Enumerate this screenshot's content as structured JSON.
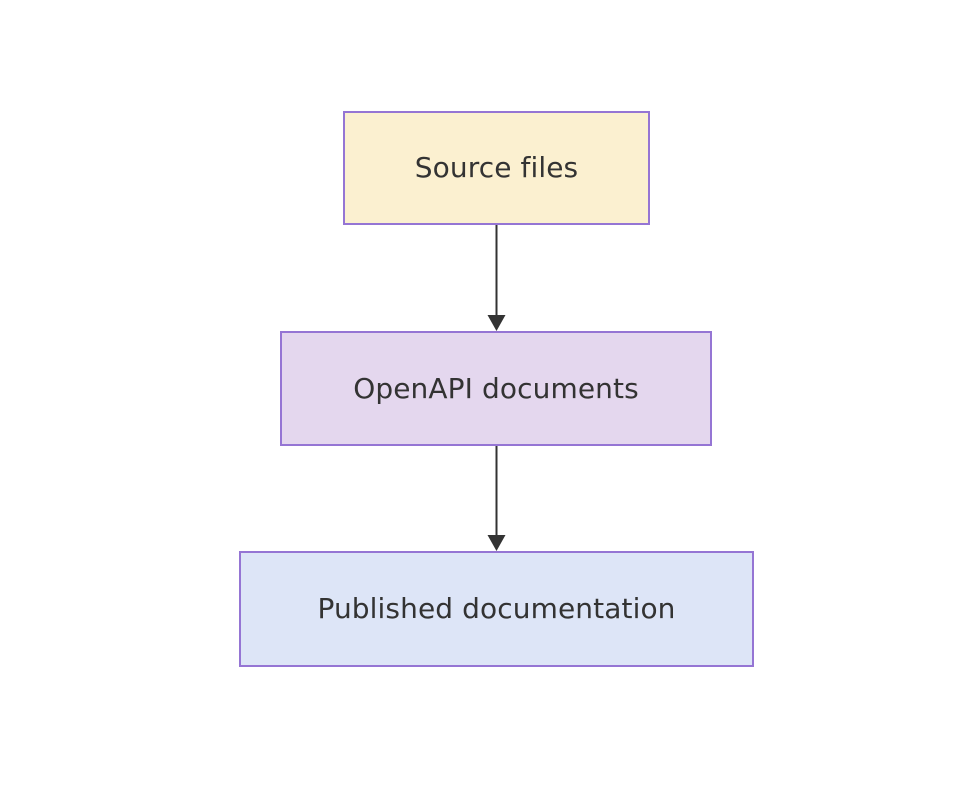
{
  "diagram": {
    "type": "flowchart",
    "direction": "top-to-bottom",
    "background_color": "#ffffff",
    "nodes": [
      {
        "id": "source-files",
        "label": "Source files",
        "fill_color": "#fbf0d0",
        "border_color": "#9575d4",
        "text_color": "#333333"
      },
      {
        "id": "openapi-documents",
        "label": "OpenAPI documents",
        "fill_color": "#e4d7ee",
        "border_color": "#9575d4",
        "text_color": "#333333"
      },
      {
        "id": "published-documentation",
        "label": "Published documentation",
        "fill_color": "#dde5f7",
        "border_color": "#9575d4",
        "text_color": "#333333"
      }
    ],
    "edges": [
      {
        "id": "source-files-to-openapi-documents",
        "from": "source-files",
        "to": "openapi-documents",
        "label": "",
        "color": "#333333",
        "arrowhead": "solid-triangle"
      },
      {
        "id": "openapi-documents-to-published-documentation",
        "from": "openapi-documents",
        "to": "published-documentation",
        "label": "",
        "color": "#333333",
        "arrowhead": "solid-triangle"
      }
    ]
  }
}
